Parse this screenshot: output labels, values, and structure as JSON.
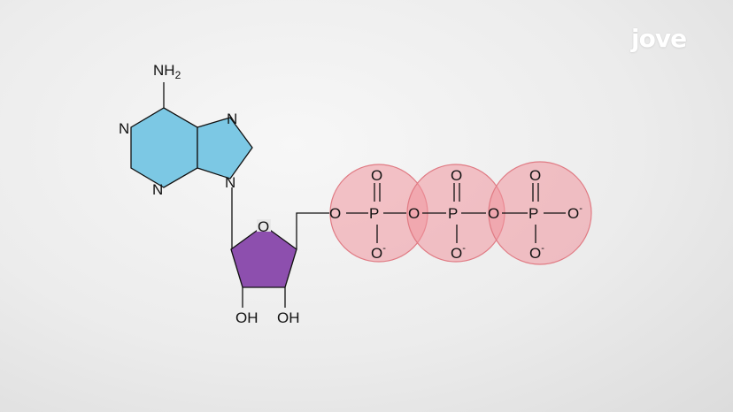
{
  "brand": {
    "logo_text": "jove"
  },
  "molecule": {
    "adenine": {
      "amine": "NH",
      "amine_sub": "2",
      "ring_atoms": [
        "N",
        "N",
        "N",
        "N"
      ],
      "fill_color": "#7cc8e4"
    },
    "ribose": {
      "ring_oxygen": "O",
      "hydroxyls": [
        "OH",
        "OH"
      ],
      "fill_color": "#8d4fae"
    },
    "phosphate_groups": [
      {
        "bridge_oxygen": "O",
        "phosphorus": "P",
        "top_oxygen": "O",
        "bottom_oxygen": "O",
        "charge": "-"
      },
      {
        "bridge_oxygen": "O",
        "phosphorus": "P",
        "top_oxygen": "O",
        "bottom_oxygen": "O",
        "charge": "-"
      },
      {
        "bridge_oxygen": "O",
        "phosphorus": "P",
        "top_oxygen": "O",
        "bottom_oxygen": "O",
        "charge": "-",
        "terminal_oxygen": "O"
      }
    ],
    "phosphate_highlight_color": "#f3aaaf"
  }
}
